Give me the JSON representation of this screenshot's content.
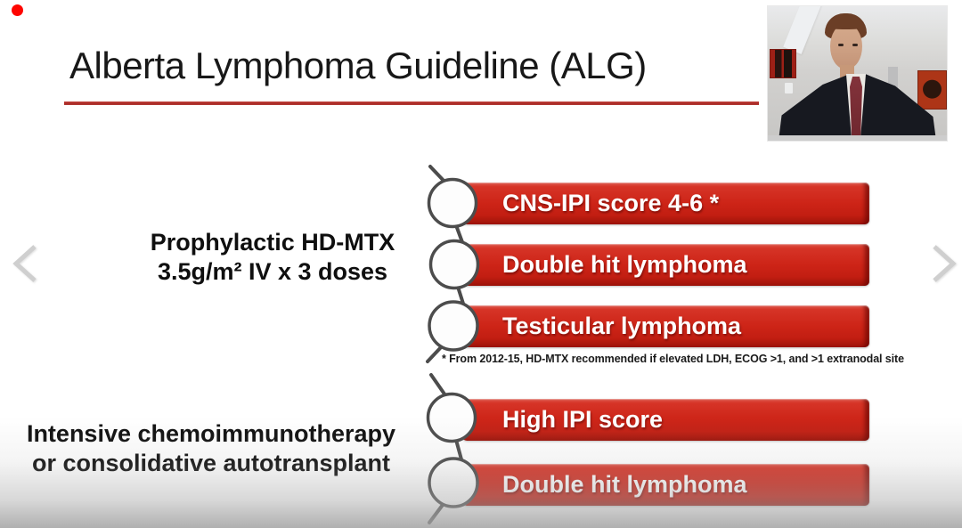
{
  "slide": {
    "title": "Alberta Lymphoma Guideline (ALG)",
    "accent_red": "#cd2417",
    "underline_red": "#a82a26",
    "groups": [
      {
        "label_lines": [
          "Prophylactic HD-MTX",
          "3.5g/m² IV x 3 doses"
        ],
        "banners": [
          "CNS-IPI score 4-6 *",
          "Double hit lymphoma",
          "Testicular lymphoma"
        ],
        "footnote": "* From 2012-15, HD-MTX recommended if elevated LDH, ECOG >1, and >1 extranodal site"
      },
      {
        "label_lines": [
          "Intensive chemoimmunotherapy",
          "or consolidative autotransplant"
        ],
        "banners": [
          "High IPI score",
          "Double hit lymphoma"
        ]
      }
    ]
  },
  "recording_indicator": {
    "color": "#fe0500"
  },
  "nav": {
    "prev_icon": "chevron-left",
    "next_icon": "chevron-right"
  },
  "webcam": {
    "content": "speaker on camera"
  }
}
